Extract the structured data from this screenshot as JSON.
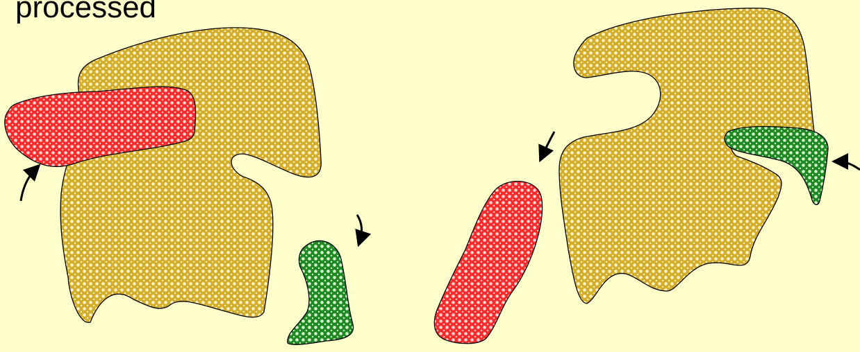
{
  "heading": "processed",
  "colors": {
    "background": "#ffffcc",
    "gold_fill": "#d4ad2a",
    "red_fill": "#ff2b2b",
    "green_fill": "#1f8a24",
    "dot": "#ffffff",
    "outline": "#000000"
  },
  "pieces": [
    {
      "name": "gold-piece-left",
      "color": "gold"
    },
    {
      "name": "red-piece-left",
      "color": "red"
    },
    {
      "name": "green-piece-left",
      "color": "green"
    },
    {
      "name": "gold-piece-right",
      "color": "gold"
    },
    {
      "name": "red-piece-right",
      "color": "red"
    },
    {
      "name": "green-piece-right",
      "color": "green"
    }
  ],
  "arrows": [
    {
      "name": "arrow-red-left",
      "direction": "up-right"
    },
    {
      "name": "arrow-green-left",
      "direction": "down"
    },
    {
      "name": "arrow-red-right",
      "direction": "down-left"
    },
    {
      "name": "arrow-green-right",
      "direction": "left"
    }
  ]
}
